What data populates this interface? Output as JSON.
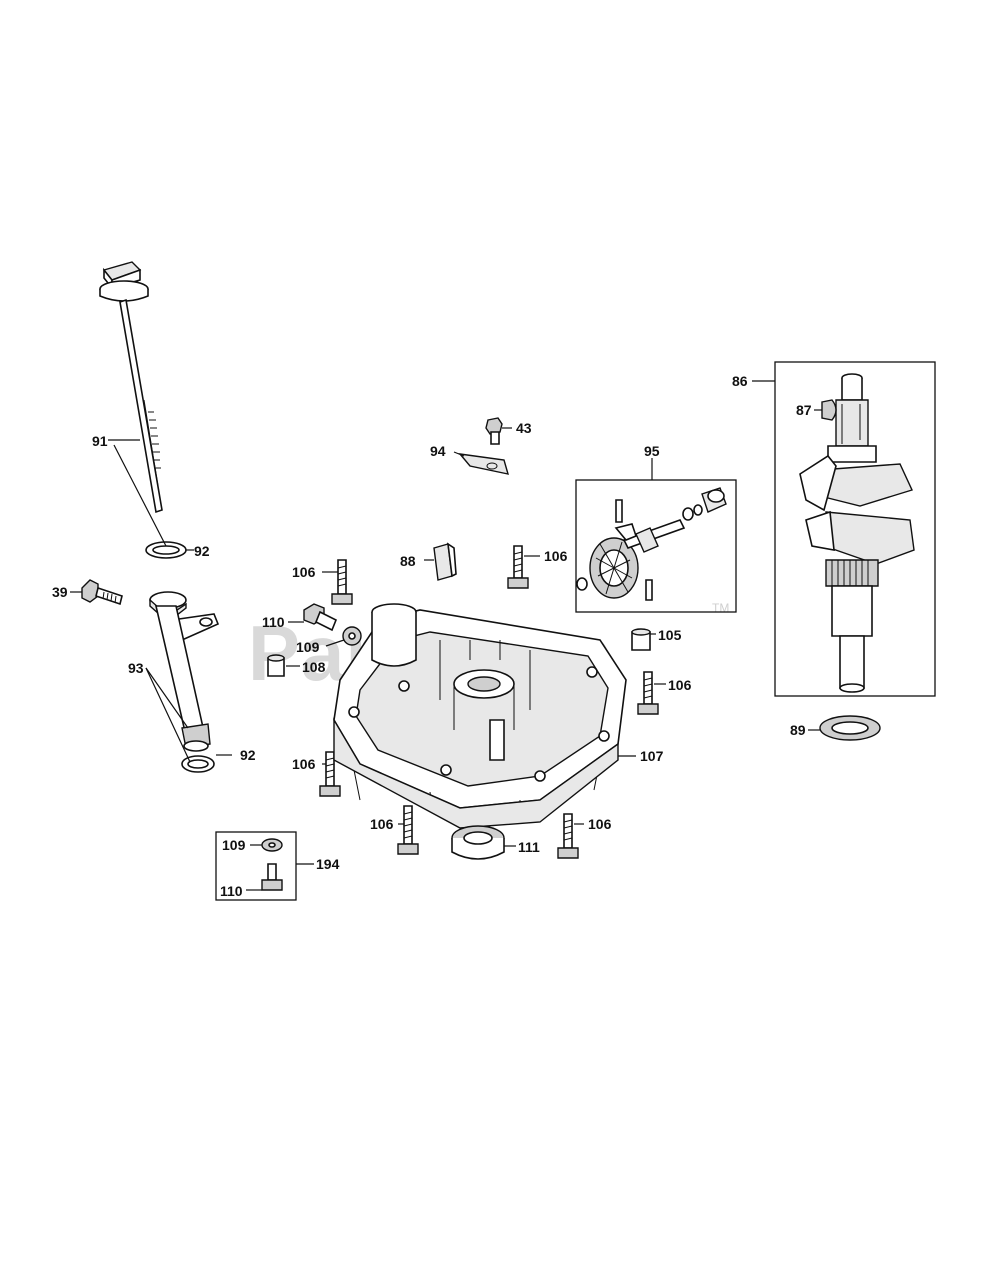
{
  "watermark": {
    "text": "PartsTree",
    "tm": "TM"
  },
  "callouts": {
    "c91": "91",
    "c92a": "92",
    "c92b": "92",
    "c39": "39",
    "c93": "93",
    "c43": "43",
    "c94": "94",
    "c95": "95",
    "c88": "88",
    "c106a": "106",
    "c106b": "106",
    "c106c": "106",
    "c106d": "106",
    "c106e": "106",
    "c106f": "106",
    "c110a": "110",
    "c109a": "109",
    "c108": "108",
    "c105": "105",
    "c107": "107",
    "c111": "111",
    "c109b": "109",
    "c110b": "110",
    "c194": "194",
    "c86": "86",
    "c87": "87",
    "c89": "89"
  }
}
